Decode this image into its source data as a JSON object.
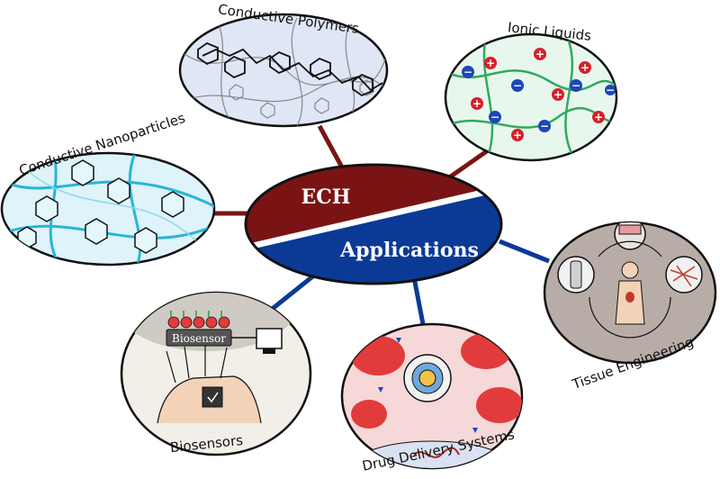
{
  "hub": {
    "top": "ECH",
    "bottom": "Applications"
  },
  "colors": {
    "materials": "#7a1414",
    "applications": "#0b3a96",
    "outline": "#111111",
    "polymer_bg": "#dfe6f6",
    "ionic_bg": "#e8f7ee",
    "nano_bg": "#dff3fa",
    "tissue_bg": "#b8ada6",
    "drug_bg": "#f6d8d8",
    "biosensor_bg": "#f2efe9"
  },
  "nodes": {
    "conductive_polymers": {
      "label": "Conductive Polymers",
      "group": "materials"
    },
    "ionic_liquids": {
      "label": "Ionic Liquids",
      "group": "materials"
    },
    "conductive_nanoparticles": {
      "label": "Conductive Nanoparticles",
      "group": "materials"
    },
    "tissue_engineering": {
      "label": "Tissue Engineering",
      "group": "applications"
    },
    "drug_delivery": {
      "label": "Drug Delivery Systems",
      "group": "applications"
    },
    "biosensors": {
      "label": "Biosensors",
      "group": "applications",
      "device_label": "Biosensor"
    }
  }
}
